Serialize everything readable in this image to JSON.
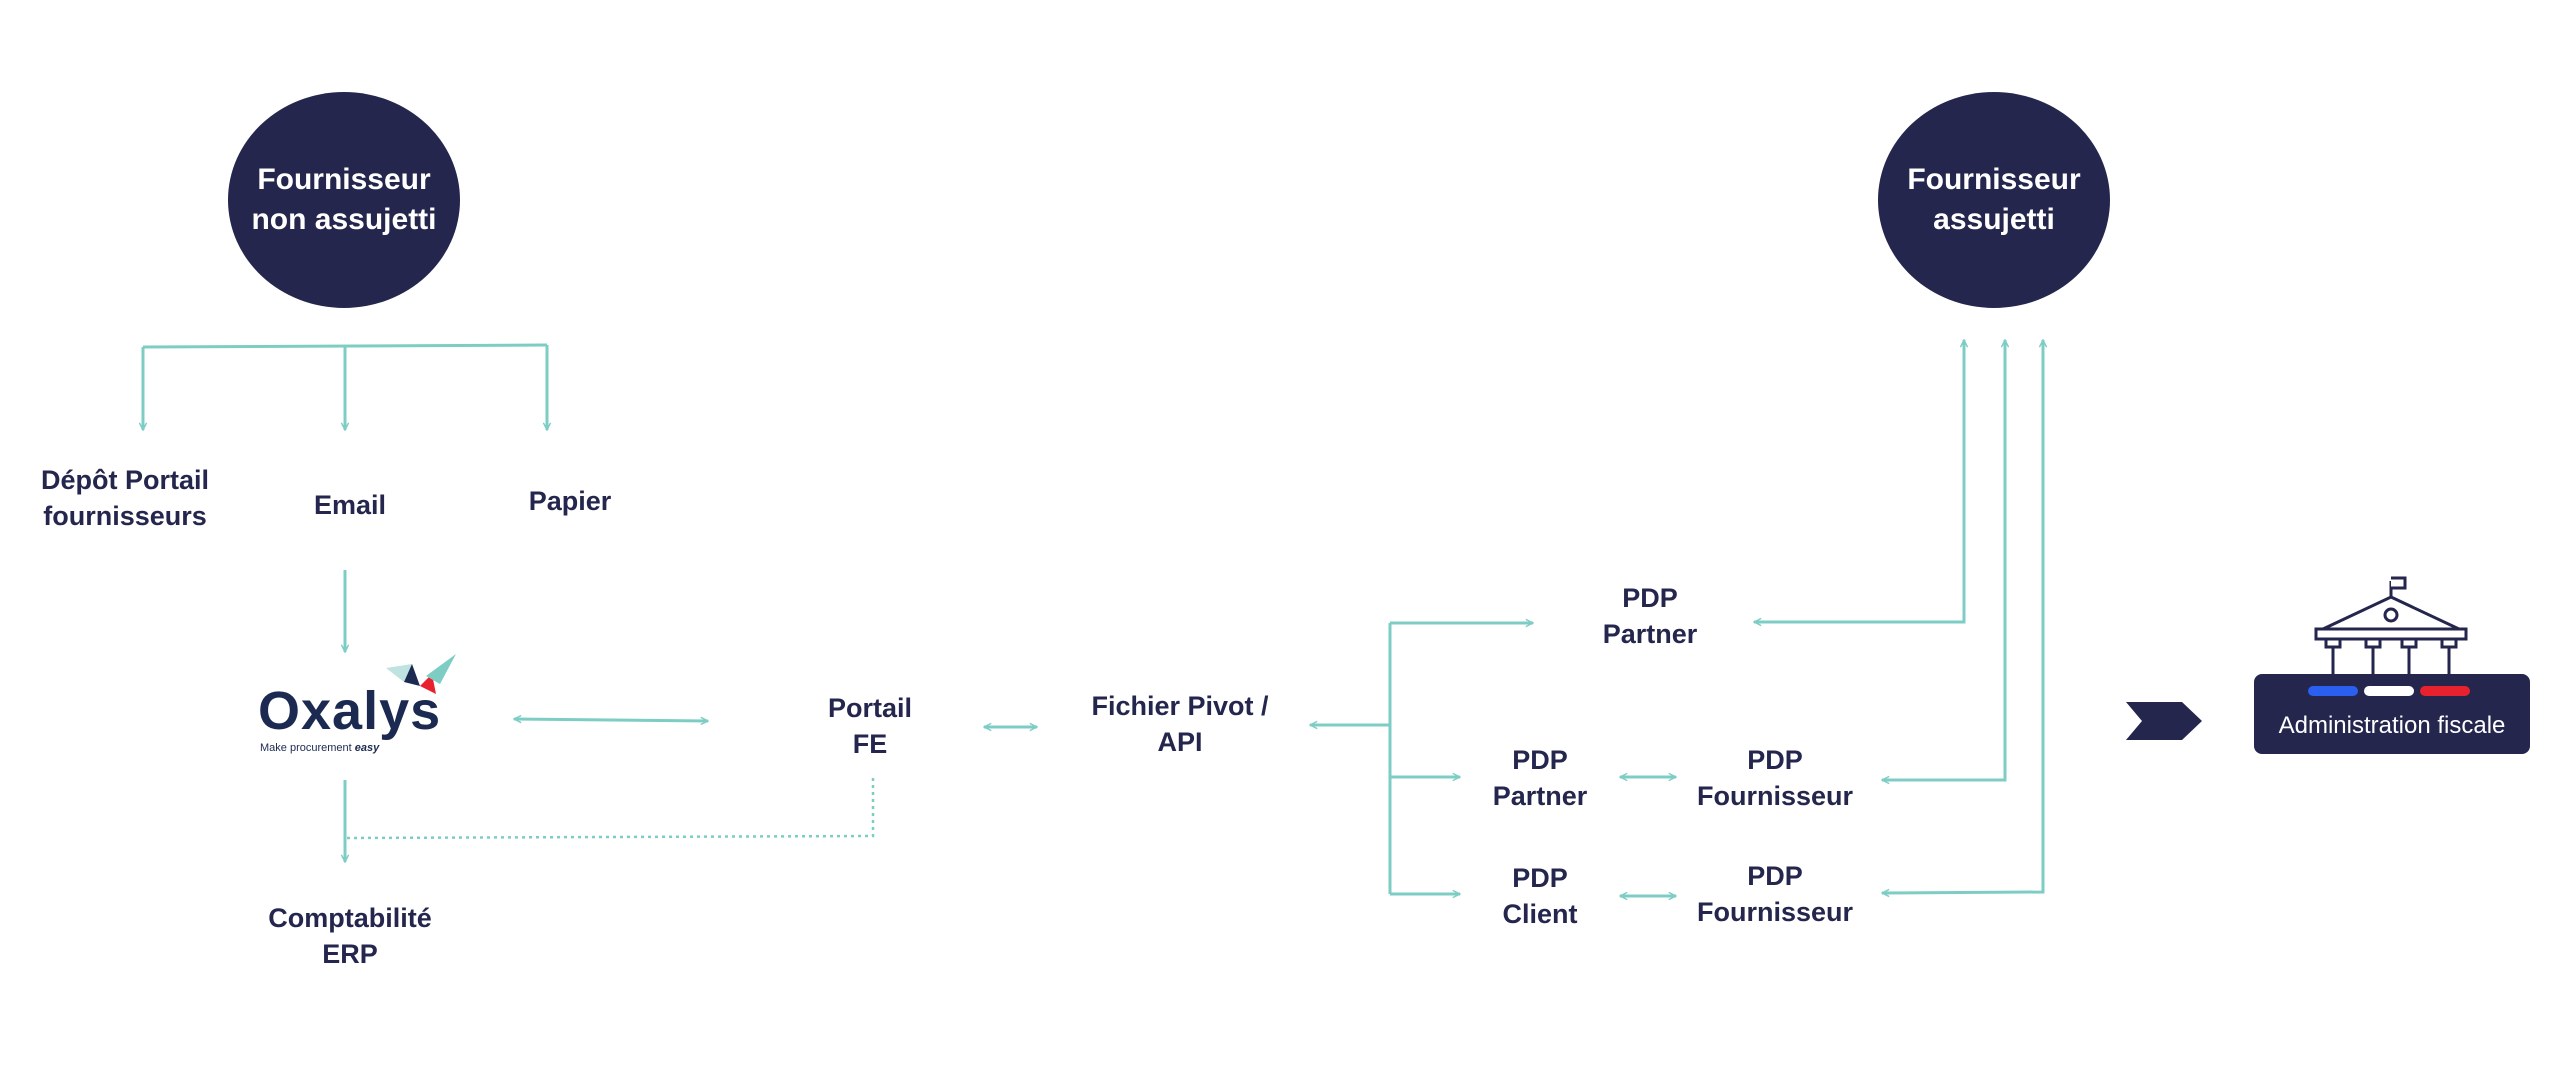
{
  "colors": {
    "navy": "#24264d",
    "connector": "#7ecdc4",
    "flag_blue": "#2b5ff0",
    "flag_white": "#ffffff",
    "flag_red": "#e8212e"
  },
  "nodes": {
    "fournisseur_non_assujetti": "Fournisseur\nnon assujetti",
    "fournisseur_assujetti": "Fournisseur\nassujetti",
    "depot_portail": "Dépôt Portail\nfournisseurs",
    "email": "Email",
    "papier": "Papier",
    "comptabilite": "Comptabilité\nERP",
    "portail_fe": "Portail\nFE",
    "fichier_pivot": "Fichier Pivot /\nAPI",
    "pdp_partner_top": "PDP\nPartner",
    "pdp_partner_mid": "PDP\nPartner",
    "pdp_fournisseur_mid": "PDP\nFournisseur",
    "pdp_client": "PDP\nClient",
    "pdp_fournisseur_bottom": "PDP\nFournisseur"
  },
  "logo": {
    "name": "Oxalys",
    "tagline_prefix": "Make procurement",
    "tagline_emphasis": "easy"
  },
  "admin": {
    "label": "Administration fiscale",
    "icon": "government-building-icon"
  }
}
